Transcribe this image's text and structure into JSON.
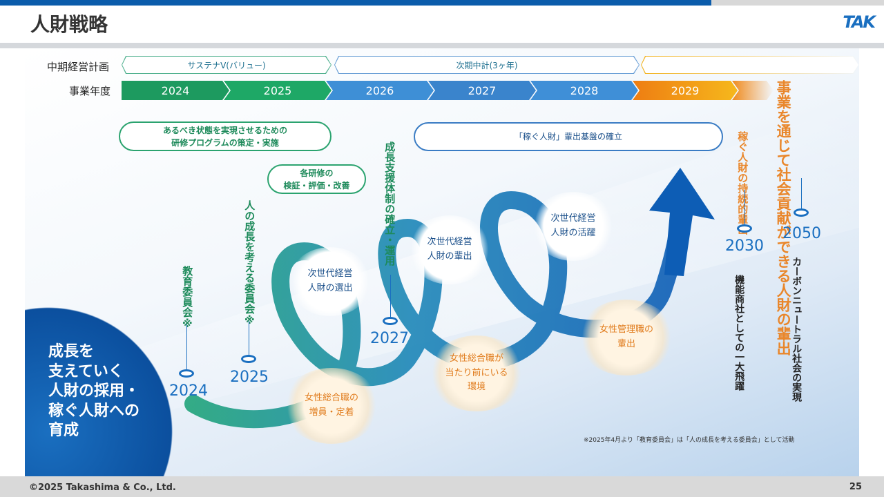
{
  "header": {
    "title": "人財戦略",
    "logo": "TAK"
  },
  "rows": {
    "plan_label": "中期経営計画",
    "year_label": "事業年度"
  },
  "plans": [
    "サステナV(バリュー)",
    "次期中計(3ヶ年)",
    ""
  ],
  "years": [
    "2024",
    "2025",
    "2026",
    "2027",
    "2028",
    "2029"
  ],
  "colors": {
    "green": "#1d9a5f",
    "blue": "#3b86cf",
    "orange": "#f08a1c",
    "accent": "#1a6fc0"
  },
  "boxes": {
    "training": [
      "あるべき状態を実現させるための",
      "研修プログラムの策定・実施"
    ],
    "review": [
      "各研修の",
      "検証・評価・改善"
    ],
    "foundation": "「稼ぐ人財」輩出基盤の確立"
  },
  "vertical": {
    "committee1": "教育委員会※",
    "committee2": "人の成長を考える委員会※",
    "support": "成長支援体制の確立・運用",
    "sustain": [
      "稼ぐ人財の",
      "持続的輩出"
    ],
    "goal": [
      "事業を通じて",
      "社会貢献ができる",
      "人財の輩出"
    ],
    "carbon": [
      "カーボンニュートラル",
      "社会の実現"
    ],
    "leap": [
      "機能商社としての",
      "一大飛躍"
    ]
  },
  "milestones": [
    "2024",
    "2025",
    "2027",
    "2030",
    "2050"
  ],
  "bubbles": {
    "select": [
      "次世代経営",
      "人財の選出"
    ],
    "produce": [
      "次世代経営",
      "人財の輩出"
    ],
    "active": [
      "次世代経営",
      "人財の活躍"
    ],
    "women1": [
      "女性総合職の",
      "増員・定着"
    ],
    "women2": [
      "女性総合職が",
      "当たり前にいる",
      "環境"
    ],
    "women3": [
      "女性管理職の",
      "輩出"
    ]
  },
  "circle_text": [
    "成長を",
    "支えていく",
    "人財の採用・",
    "稼ぐ人財への",
    "育成"
  ],
  "footnote": "※2025年4月より「教育委員会」は「人の成長を考える委員会」として活動",
  "footer": {
    "copyright": "©2025 Takashima & Co., Ltd.",
    "page": "25"
  }
}
